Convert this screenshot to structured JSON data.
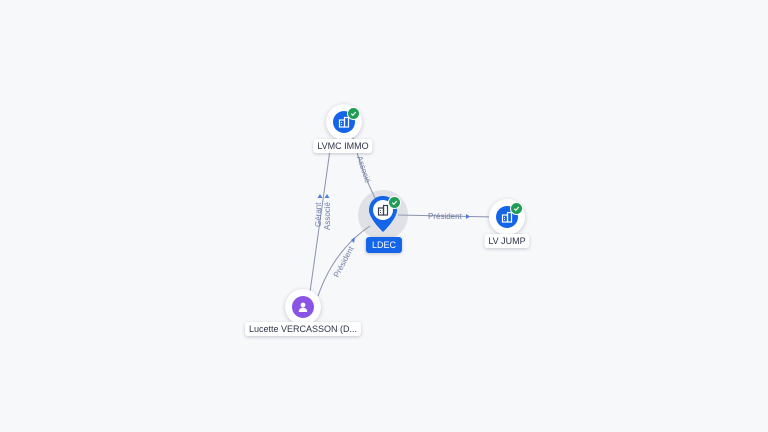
{
  "graph": {
    "nodes": [
      {
        "id": "lvmc",
        "label": "LVMC IMMO",
        "type": "company",
        "verified": true,
        "icon": "building-icon"
      },
      {
        "id": "ldec",
        "label": "LDEC",
        "type": "company",
        "verified": true,
        "focused": true,
        "icon": "building-icon"
      },
      {
        "id": "lvjump",
        "label": "LV JUMP",
        "type": "company",
        "verified": true,
        "icon": "building-icon"
      },
      {
        "id": "lucette",
        "label": "Lucette VERCASSON (D...",
        "type": "person",
        "icon": "person-icon"
      }
    ],
    "edges": [
      {
        "from": "lvmc",
        "to": "ldec",
        "label": "Associé"
      },
      {
        "from": "ldec",
        "to": "lvjump",
        "label": "Président"
      },
      {
        "from": "lucette",
        "to": "ldec",
        "label": "Président"
      },
      {
        "from": "lucette",
        "to": "lvmc",
        "label": "Gérant"
      },
      {
        "from": "lucette",
        "to": "lvmc",
        "label": "Associé"
      }
    ]
  },
  "colors": {
    "company": "#1565e8",
    "person": "#8a55e6",
    "verified": "#1f9d55",
    "edge": "#8a93ad",
    "edge_label": "#6f7ea5"
  }
}
